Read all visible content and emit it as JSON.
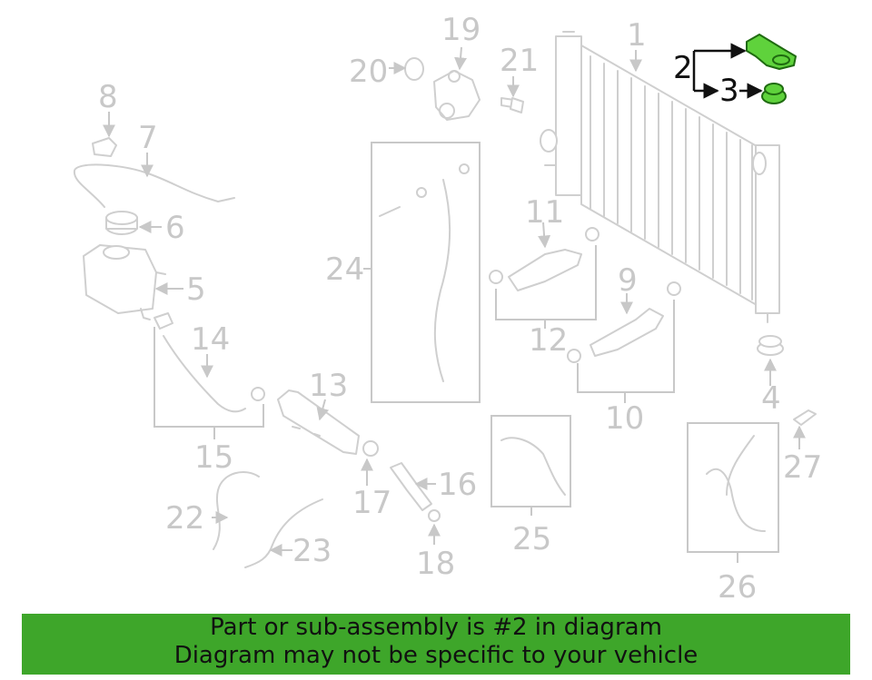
{
  "diagram": {
    "callouts": [
      "1",
      "2",
      "3",
      "4",
      "5",
      "6",
      "7",
      "8",
      "9",
      "10",
      "11",
      "12",
      "13",
      "14",
      "15",
      "16",
      "17",
      "18",
      "19",
      "20",
      "21",
      "22",
      "23",
      "24",
      "25",
      "26",
      "27"
    ],
    "highlight_color": "#5fd23c",
    "part_color": "#cfcfcf"
  },
  "banner": {
    "line1": "Part or sub-assembly is #2 in diagram",
    "line2": "Diagram may not be specific to your vehicle",
    "background": "#3ea62a"
  }
}
